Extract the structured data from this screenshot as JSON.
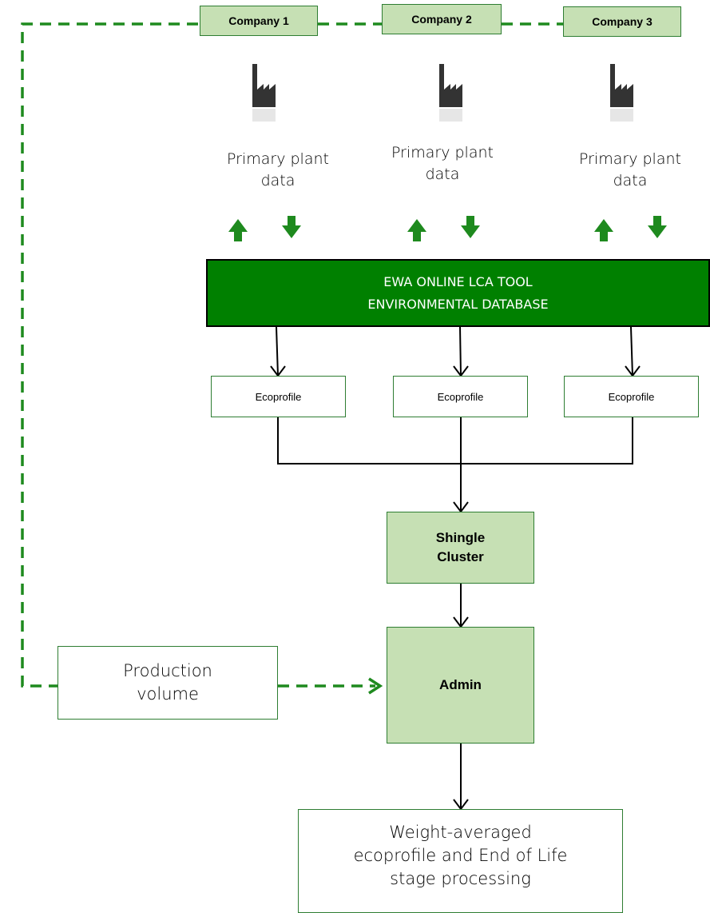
{
  "companies": [
    "Company 1",
    "Company 2",
    "Company 3"
  ],
  "plant_labels": [
    [
      "Primary plant",
      "data"
    ],
    [
      "Primary plant",
      "data"
    ],
    [
      "Primary plant",
      "data"
    ]
  ],
  "database": {
    "line1": "EWA ONLINE LCA TOOL",
    "line2": "ENVIRONMENTAL DATABASE"
  },
  "ecoprofiles": [
    "Ecoprofile",
    "Ecoprofile",
    "Ecoprofile"
  ],
  "cluster": {
    "line1": "Shingle",
    "line2": "Cluster"
  },
  "production": {
    "line1": "Production",
    "line2": "volume"
  },
  "admin": "Admin",
  "result": {
    "line1": "Weight-averaged",
    "line2": "ecoprofile and End of Life",
    "line3": "stage processing"
  },
  "colors": {
    "green_fill": "#c6e0b4",
    "green_dark": "#008000",
    "arrow_green": "#1e8a1e",
    "factory": "#333333"
  },
  "icons": [
    "factory-icon",
    "arrow-up-icon",
    "arrow-down-icon"
  ]
}
